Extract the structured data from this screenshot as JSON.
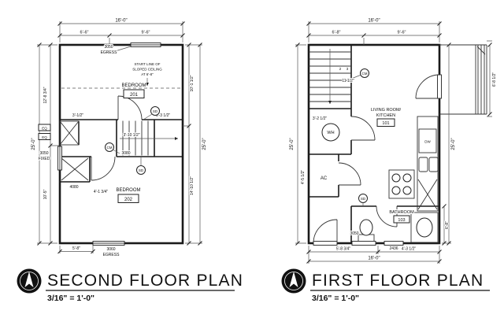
{
  "second_floor": {
    "title": "SECOND FLOOR PLAN",
    "scale": "3/16\" = 1'-0\"",
    "dims": {
      "top_overall": "16'-0\"",
      "top_left": "6'-6\"",
      "top_right": "9'-6\"",
      "left_outer": "25'-0\"",
      "left_upper": "12'-8 3/4\"",
      "left_lower": "10'-5\"",
      "right_outer": "25'-0\"",
      "right_upper": "10'-1 1/2\"",
      "right_lower": "14'-10 1/2\"",
      "bottom_left": "5'-8\"",
      "hall_left": "3'-1/2\"",
      "hall_right": "6'-3 1/2\"",
      "stair_width": "3'-10 1/2\"",
      "closet_width": "4'-1 3/4\""
    },
    "labels": {
      "window_top_size": "3050",
      "window_top_type": "EGRESS",
      "window_left_size": "3050",
      "window_left_type": "FIXED",
      "window_bottom_size": "3060",
      "window_bottom_type": "EGRESS",
      "sloped_line1": "START LINE OF",
      "sloped_line2": "SLOPED CEILING",
      "sloped_line3": "AT 6'-8\"",
      "door_hall": "3080",
      "closet_door": "4080",
      "eq_top": "EQ",
      "eq_bottom": "EQ",
      "smoke_detector": "SD",
      "smoke_detector_2": "SD",
      "co_detector": "CM"
    },
    "rooms": {
      "bedroom_a_name": "BEDROOM",
      "bedroom_a_number": "201",
      "bedroom_b_name": "BEDROOM",
      "bedroom_b_number": "202"
    }
  },
  "first_floor": {
    "title": "FIRST FLOOR PLAN",
    "scale": "3/16\" = 1'-0\"",
    "dims": {
      "top_overall": "16'-0\"",
      "top_left": "6'-8\"",
      "top_right": "9'-6\"",
      "left_outer": "25'-0\"",
      "right_outer": "25'-0\"",
      "deck_height": "6'-8 1/2\"",
      "bath_right": "6'-8\"",
      "closet_depth": "3'-2 1/2\"",
      "left_lower": "4'-5 1/2\"",
      "stair_tread": "11 1/2\"",
      "riser_2": "2",
      "riser_3": "3",
      "bottom_left": "5'-8 3/4\"",
      "bottom_right": "4'-3 1/2\"",
      "bottom_overall": "16'-0\""
    },
    "labels": {
      "water_heater": "WH",
      "ac_unit": "AC",
      "dishwasher": "DW",
      "co_detector": "CM",
      "smoke_detector": "SD",
      "window_bath_1": "3050",
      "window_bath_2": "2436"
    },
    "rooms": {
      "living_name": "LIVING ROOM/",
      "living_name2": "KITCHEN",
      "living_number": "101",
      "bath_name": "BATHROOM",
      "bath_number": "103"
    }
  }
}
